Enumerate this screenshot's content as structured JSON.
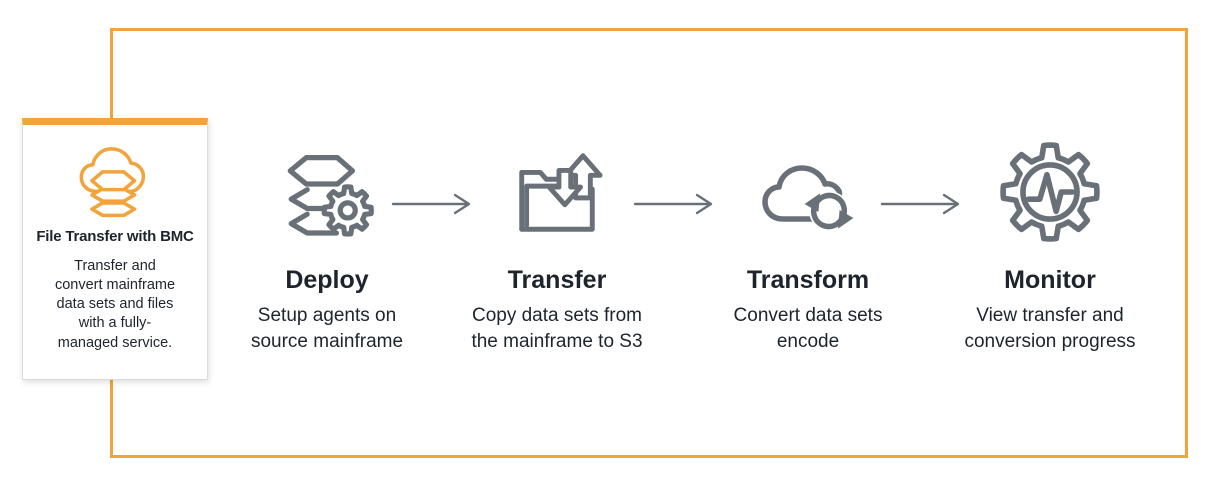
{
  "colors": {
    "accent_orange": "#f2a33c",
    "icon_gray": "#6a7077",
    "text_dark": "#1d242c",
    "card_border": "#d8dbdf"
  },
  "card": {
    "icon": "mainframe-modernization-cloud-icon",
    "title": "File Transfer with BMC",
    "description": "Transfer and\nconvert mainframe\ndata sets and files\nwith a fully-\nmanaged service."
  },
  "steps": [
    {
      "icon": "deploy-layers-gear-icon",
      "title": "Deploy",
      "description": "Setup agents on\nsource mainframe"
    },
    {
      "icon": "transfer-folder-arrows-icon",
      "title": "Transfer",
      "description": "Copy data sets from\nthe mainframe to S3"
    },
    {
      "icon": "transform-cloud-sync-icon",
      "title": "Transform",
      "description": "Convert data sets\nencode"
    },
    {
      "icon": "monitor-gear-pulse-icon",
      "title": "Monitor",
      "description": "View transfer and\nconversion progress"
    }
  ],
  "arrows": [
    "right-arrow",
    "right-arrow",
    "right-arrow"
  ]
}
